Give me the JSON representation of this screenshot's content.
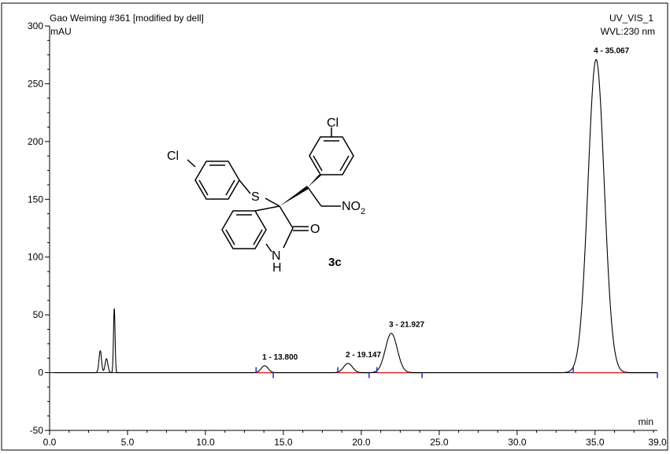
{
  "chart_data": {
    "type": "line",
    "header_left": "Gao Weiming #361 [modified by dell]",
    "header_right_1": "UV_VIS_1",
    "header_right_2": "WVL:230 nm",
    "ylabel": "mAU",
    "xlabel": "min",
    "xlim": [
      0.0,
      39.0
    ],
    "ylim": [
      -50,
      300
    ],
    "x_ticks": [
      "0.0",
      "5.0",
      "10.0",
      "15.0",
      "20.0",
      "25.0",
      "30.0",
      "35.0",
      "39.0"
    ],
    "x_tick_values": [
      0,
      5,
      10,
      15,
      20,
      25,
      30,
      35,
      39
    ],
    "y_ticks": [
      "300",
      "250",
      "200",
      "150",
      "100",
      "50",
      "0",
      "-50"
    ],
    "y_tick_values": [
      300,
      250,
      200,
      150,
      100,
      50,
      0,
      -50
    ],
    "peaks": [
      {
        "label": "1 - 13.800",
        "rt": 13.8,
        "height": 6,
        "sigma": 0.22
      },
      {
        "label": "2 - 19.147",
        "rt": 19.147,
        "height": 8,
        "sigma": 0.28
      },
      {
        "label": "3 - 21.927",
        "rt": 21.927,
        "height": 34,
        "sigma": 0.38
      },
      {
        "label": "4 - 35.067",
        "rt": 35.067,
        "height": 271,
        "sigma": 0.52
      }
    ],
    "solvent_peaks": [
      {
        "rt": 3.25,
        "height": 19,
        "sigma": 0.08
      },
      {
        "rt": 3.65,
        "height": 12,
        "sigma": 0.09
      },
      {
        "rt": 4.15,
        "height": 56,
        "sigma": 0.05
      }
    ],
    "integration_baselines": [
      [
        13.25,
        14.35
      ],
      [
        18.5,
        20.5
      ],
      [
        21.0,
        23.9
      ],
      [
        33.6,
        39.0
      ]
    ],
    "trace_color": "#000000",
    "baseline_color": "#e03030",
    "marker_color": "#2030c0"
  },
  "molecule": {
    "atoms": {
      "cl_top": "Cl",
      "cl_left": "Cl",
      "sulfur": "S",
      "nitro": "NO",
      "nitro_sub": "2",
      "oxygen": "O",
      "nh_n": "N",
      "nh_h": "H"
    },
    "compound_label": "3c"
  }
}
